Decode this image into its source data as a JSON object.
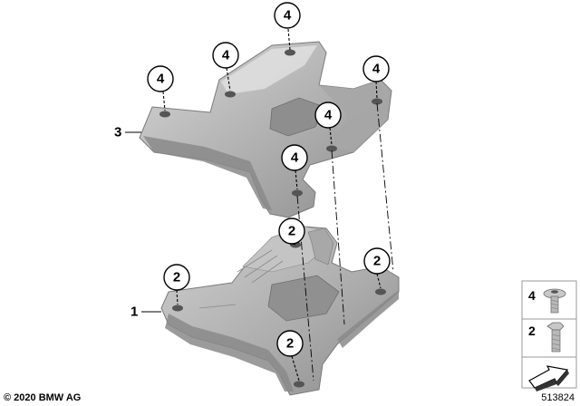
{
  "parts": [
    {
      "number": "1"
    },
    {
      "number": "3"
    }
  ],
  "callouts": {
    "screw_4": "4",
    "screw_2": "2"
  },
  "legend": [
    {
      "number": "4",
      "icon": "torx-screw-icon"
    },
    {
      "number": "2",
      "icon": "hex-bolt-icon"
    }
  ],
  "footer": {
    "copyright": "© 2020 BMW AG",
    "diagram_number": "513824"
  },
  "colors": {
    "part_fill": "#b4b4b4",
    "part_shadow": "#8a8a8a",
    "part_highlight": "#dcdcdc",
    "line": "#000000"
  }
}
